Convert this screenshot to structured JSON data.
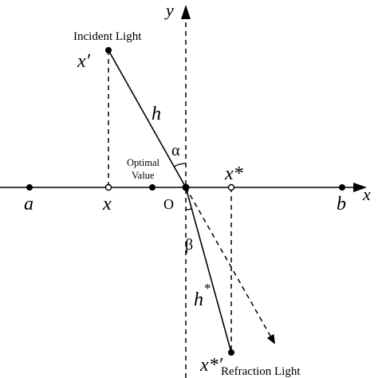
{
  "axes": {
    "x_label": "x",
    "y_label": "y",
    "origin_label": "O"
  },
  "points": {
    "a": "a",
    "x": "x",
    "b": "b",
    "x_prime": "x′",
    "x_star": "x*",
    "x_star_prime": "x*′"
  },
  "labels": {
    "incident": "Incident Light",
    "refraction": "Refraction Light",
    "optimal_line1": "Optimal",
    "optimal_line2": "Value",
    "h": "h",
    "h_star": "h",
    "h_star_sup": "*",
    "alpha": "α",
    "beta": "β"
  }
}
